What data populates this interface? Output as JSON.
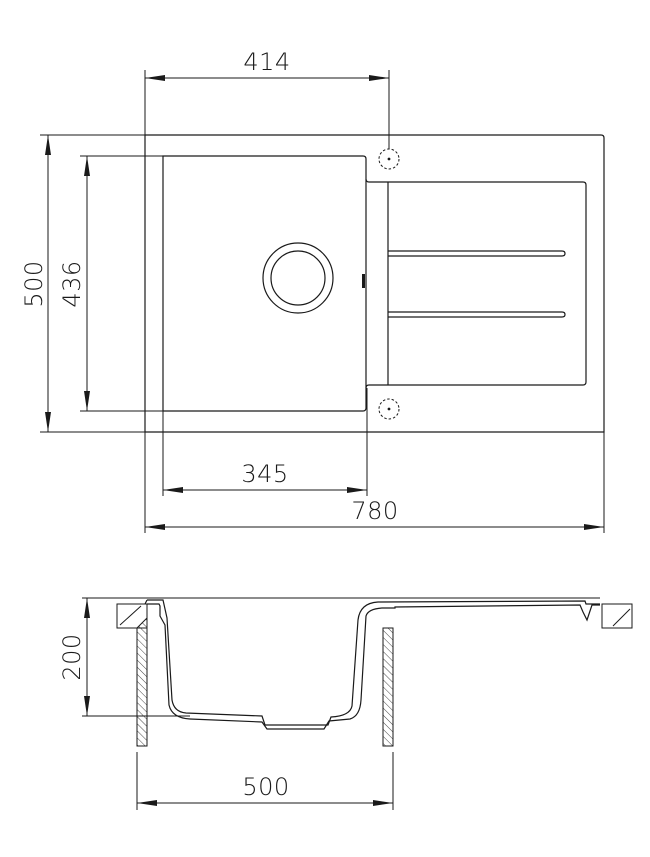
{
  "drawing": {
    "title": "Sink technical drawing",
    "colors": {
      "line": "#1a1a1a",
      "background": "#ffffff"
    },
    "top_view": {
      "dimensions": {
        "width_total": "780",
        "depth_total": "500",
        "bowl_depth": "436",
        "bowl_width": "345",
        "tap_hole_offset": "414"
      },
      "features": [
        "bowl",
        "drain",
        "drainer-board",
        "drainer-grooves",
        "tap-hole-top",
        "tap-hole-bottom",
        "overflow"
      ]
    },
    "side_view": {
      "dimensions": {
        "bowl_height": "200",
        "cabinet_width": "500"
      },
      "features": [
        "sink-profile",
        "countertop-left",
        "countertop-right",
        "cabinet-wall-left",
        "cabinet-wall-right"
      ]
    }
  }
}
